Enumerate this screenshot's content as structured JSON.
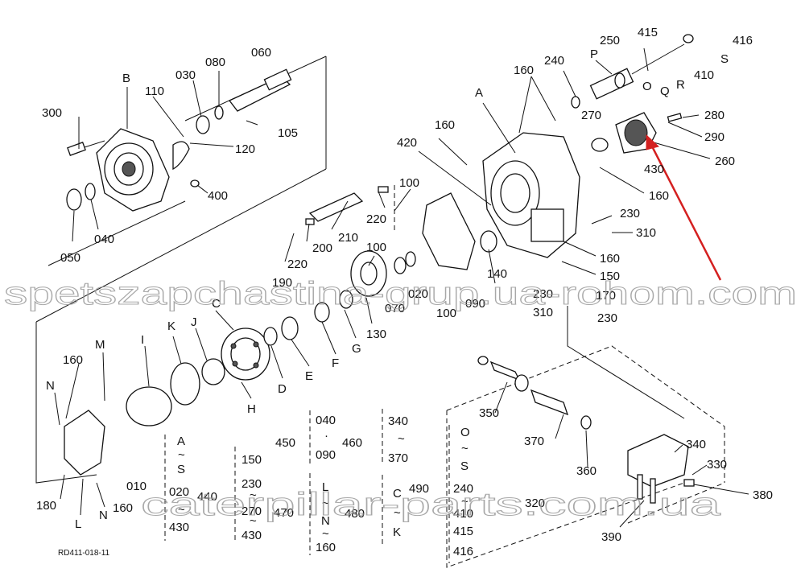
{
  "drawing_code": "RD411-018-11",
  "watermarks": [
    "spetszapchastina-grup.ua-rohom.com",
    "caterpillar-parts.com.ua"
  ],
  "callouts": [
    {
      "id": "c300",
      "text": "300"
    },
    {
      "id": "cB",
      "text": "B"
    },
    {
      "id": "c110",
      "text": "110"
    },
    {
      "id": "c030",
      "text": "030"
    },
    {
      "id": "c080",
      "text": "080"
    },
    {
      "id": "c060",
      "text": "060"
    },
    {
      "id": "c105",
      "text": "105"
    },
    {
      "id": "c120",
      "text": "120"
    },
    {
      "id": "c400",
      "text": "400"
    },
    {
      "id": "c050",
      "text": "050"
    },
    {
      "id": "c040",
      "text": "040"
    },
    {
      "id": "c420",
      "text": "420"
    },
    {
      "id": "c160a",
      "text": "160"
    },
    {
      "id": "c160b",
      "text": "160"
    },
    {
      "id": "c240",
      "text": "240"
    },
    {
      "id": "cA",
      "text": "A"
    },
    {
      "id": "cP",
      "text": "P"
    },
    {
      "id": "c250",
      "text": "250"
    },
    {
      "id": "c415",
      "text": "415"
    },
    {
      "id": "c416",
      "text": "416"
    },
    {
      "id": "cS",
      "text": "S"
    },
    {
      "id": "c410",
      "text": "410"
    },
    {
      "id": "cR",
      "text": "R"
    },
    {
      "id": "cQ",
      "text": "Q"
    },
    {
      "id": "cO",
      "text": "O"
    },
    {
      "id": "c270",
      "text": "270"
    },
    {
      "id": "c280",
      "text": "280"
    },
    {
      "id": "c290",
      "text": "290"
    },
    {
      "id": "c260",
      "text": "260"
    },
    {
      "id": "c430",
      "text": "430"
    },
    {
      "id": "c160c",
      "text": "160"
    },
    {
      "id": "c230a",
      "text": "230"
    },
    {
      "id": "c310a",
      "text": "310"
    },
    {
      "id": "c160d",
      "text": "160"
    },
    {
      "id": "c150",
      "text": "150"
    },
    {
      "id": "c170",
      "text": "170"
    },
    {
      "id": "c230b",
      "text": "230"
    },
    {
      "id": "c310b",
      "text": "310"
    },
    {
      "id": "c230c",
      "text": "230"
    },
    {
      "id": "c100a",
      "text": "100"
    },
    {
      "id": "c220a",
      "text": "220"
    },
    {
      "id": "c210",
      "text": "210"
    },
    {
      "id": "c200",
      "text": "200"
    },
    {
      "id": "c220b",
      "text": "220"
    },
    {
      "id": "c190",
      "text": "190"
    },
    {
      "id": "c100b",
      "text": "100"
    },
    {
      "id": "c140",
      "text": "140"
    },
    {
      "id": "c090",
      "text": "090"
    },
    {
      "id": "c020",
      "text": "020"
    },
    {
      "id": "c070",
      "text": "070"
    },
    {
      "id": "c100c",
      "text": "100"
    },
    {
      "id": "c130",
      "text": "130"
    },
    {
      "id": "cG",
      "text": "G"
    },
    {
      "id": "cF",
      "text": "F"
    },
    {
      "id": "cE",
      "text": "E"
    },
    {
      "id": "cD",
      "text": "D"
    },
    {
      "id": "cC",
      "text": "C"
    },
    {
      "id": "cH",
      "text": "H"
    },
    {
      "id": "cJ",
      "text": "J"
    },
    {
      "id": "cK",
      "text": "K"
    },
    {
      "id": "cI",
      "text": "I"
    },
    {
      "id": "cM",
      "text": "M"
    },
    {
      "id": "c160e",
      "text": "160"
    },
    {
      "id": "cN1",
      "text": "N"
    },
    {
      "id": "c180",
      "text": "180"
    },
    {
      "id": "cL",
      "text": "L"
    },
    {
      "id": "cN2",
      "text": "N"
    },
    {
      "id": "c160f",
      "text": "160"
    },
    {
      "id": "c010",
      "text": "010"
    },
    {
      "id": "c350",
      "text": "350"
    },
    {
      "id": "c370",
      "text": "370"
    },
    {
      "id": "c360",
      "text": "360"
    },
    {
      "id": "c340b",
      "text": "340"
    },
    {
      "id": "c330",
      "text": "330"
    },
    {
      "id": "c380",
      "text": "380"
    },
    {
      "id": "c320",
      "text": "320"
    },
    {
      "id": "c390",
      "text": "390"
    }
  ],
  "groups": {
    "g440": {
      "key": "440",
      "items": [
        "A",
        "~",
        "S",
        "020",
        "~",
        "430"
      ]
    },
    "g470": {
      "key": "470",
      "items": [
        "150",
        "230",
        "~",
        "270",
        "~",
        "430"
      ]
    },
    "g450": {
      "key": "450",
      "items": [
        "040",
        "·",
        "090"
      ],
      "right": "460"
    },
    "g340": {
      "items": [
        "340",
        "~",
        "370"
      ]
    },
    "g480": {
      "key": "480",
      "items": [
        "C",
        "~",
        "K"
      ]
    },
    "gL": {
      "items": [
        "L",
        "~",
        "N",
        "~",
        "160"
      ]
    },
    "g490": {
      "key": "490",
      "items": [
        "O",
        "~",
        "S",
        "240",
        "~",
        "410",
        "415",
        "416"
      ]
    }
  }
}
